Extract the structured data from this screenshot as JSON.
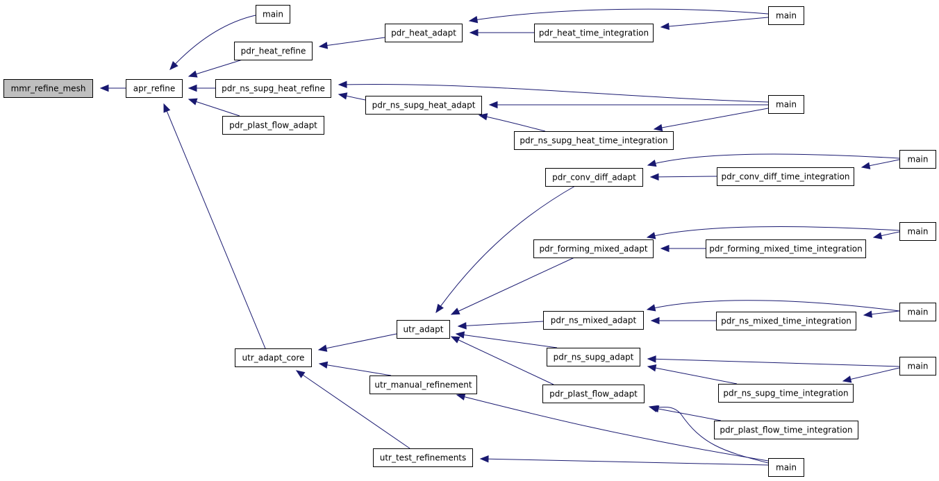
{
  "graph": {
    "colors": {
      "edge": "#191970",
      "root_fill": "#bfbfbf",
      "node_fill": "#ffffff",
      "border": "#000000"
    },
    "nodes": [
      {
        "id": "mmr_refine_mesh",
        "label": "mmr_refine_mesh",
        "root": true
      },
      {
        "id": "apr_refine",
        "label": "apr_refine"
      },
      {
        "id": "main_a",
        "label": "main"
      },
      {
        "id": "pdr_heat_refine",
        "label": "pdr_heat_refine"
      },
      {
        "id": "pdr_ns_supg_heat_refine",
        "label": "pdr_ns_supg_heat_refine"
      },
      {
        "id": "pdr_plast_flow_adapt_1",
        "label": "pdr_plast_flow_adapt"
      },
      {
        "id": "utr_adapt_core",
        "label": "utr_adapt_core"
      },
      {
        "id": "pdr_heat_adapt",
        "label": "pdr_heat_adapt"
      },
      {
        "id": "pdr_heat_time_integration",
        "label": "pdr_heat_time_integration"
      },
      {
        "id": "main_b",
        "label": "main"
      },
      {
        "id": "pdr_ns_supg_heat_adapt",
        "label": "pdr_ns_supg_heat_adapt"
      },
      {
        "id": "main_c",
        "label": "main"
      },
      {
        "id": "pdr_ns_supg_heat_time_integration",
        "label": "pdr_ns_supg_heat_time_integration"
      },
      {
        "id": "utr_adapt",
        "label": "utr_adapt"
      },
      {
        "id": "utr_manual_refinement",
        "label": "utr_manual_refinement"
      },
      {
        "id": "utr_test_refinements",
        "label": "utr_test_refinements"
      },
      {
        "id": "pdr_conv_diff_adapt",
        "label": "pdr_conv_diff_adapt"
      },
      {
        "id": "pdr_conv_diff_time_integration",
        "label": "pdr_conv_diff_time_integration"
      },
      {
        "id": "main_d",
        "label": "main"
      },
      {
        "id": "pdr_forming_mixed_adapt",
        "label": "pdr_forming_mixed_adapt"
      },
      {
        "id": "pdr_forming_mixed_time_integration",
        "label": "pdr_forming_mixed_time_integration"
      },
      {
        "id": "main_e",
        "label": "main"
      },
      {
        "id": "pdr_ns_mixed_adapt",
        "label": "pdr_ns_mixed_adapt"
      },
      {
        "id": "pdr_ns_mixed_time_integration",
        "label": "pdr_ns_mixed_time_integration"
      },
      {
        "id": "main_f",
        "label": "main"
      },
      {
        "id": "pdr_ns_supg_adapt",
        "label": "pdr_ns_supg_adapt"
      },
      {
        "id": "pdr_ns_supg_time_integration",
        "label": "pdr_ns_supg_time_integration"
      },
      {
        "id": "main_g",
        "label": "main"
      },
      {
        "id": "pdr_plast_flow_adapt_2",
        "label": "pdr_plast_flow_adapt"
      },
      {
        "id": "pdr_plast_flow_time_integration",
        "label": "pdr_plast_flow_time_integration"
      },
      {
        "id": "main_h",
        "label": "main"
      }
    ],
    "edges": [
      {
        "from": "apr_refine",
        "to": "mmr_refine_mesh"
      },
      {
        "from": "main_a",
        "to": "apr_refine"
      },
      {
        "from": "pdr_heat_refine",
        "to": "apr_refine"
      },
      {
        "from": "pdr_ns_supg_heat_refine",
        "to": "apr_refine"
      },
      {
        "from": "pdr_plast_flow_adapt_1",
        "to": "apr_refine"
      },
      {
        "from": "utr_adapt_core",
        "to": "apr_refine"
      },
      {
        "from": "pdr_heat_adapt",
        "to": "pdr_heat_refine"
      },
      {
        "from": "main_b",
        "to": "pdr_heat_adapt"
      },
      {
        "from": "pdr_heat_time_integration",
        "to": "pdr_heat_adapt"
      },
      {
        "from": "main_b",
        "to": "pdr_heat_time_integration"
      },
      {
        "from": "main_c",
        "to": "pdr_ns_supg_heat_refine"
      },
      {
        "from": "pdr_ns_supg_heat_adapt",
        "to": "pdr_ns_supg_heat_refine"
      },
      {
        "from": "main_c",
        "to": "pdr_ns_supg_heat_adapt"
      },
      {
        "from": "pdr_ns_supg_heat_time_integration",
        "to": "pdr_ns_supg_heat_adapt"
      },
      {
        "from": "main_c",
        "to": "pdr_ns_supg_heat_time_integration"
      },
      {
        "from": "utr_adapt",
        "to": "utr_adapt_core"
      },
      {
        "from": "utr_manual_refinement",
        "to": "utr_adapt_core"
      },
      {
        "from": "utr_test_refinements",
        "to": "utr_adapt_core"
      },
      {
        "from": "pdr_conv_diff_adapt",
        "to": "utr_adapt"
      },
      {
        "from": "pdr_forming_mixed_adapt",
        "to": "utr_adapt"
      },
      {
        "from": "pdr_ns_mixed_adapt",
        "to": "utr_adapt"
      },
      {
        "from": "pdr_ns_supg_adapt",
        "to": "utr_adapt"
      },
      {
        "from": "pdr_plast_flow_adapt_2",
        "to": "utr_adapt"
      },
      {
        "from": "main_d",
        "to": "pdr_conv_diff_adapt"
      },
      {
        "from": "pdr_conv_diff_time_integration",
        "to": "pdr_conv_diff_adapt"
      },
      {
        "from": "main_d",
        "to": "pdr_conv_diff_time_integration"
      },
      {
        "from": "main_e",
        "to": "pdr_forming_mixed_adapt"
      },
      {
        "from": "pdr_forming_mixed_time_integration",
        "to": "pdr_forming_mixed_adapt"
      },
      {
        "from": "main_e",
        "to": "pdr_forming_mixed_time_integration"
      },
      {
        "from": "main_f",
        "to": "pdr_ns_mixed_adapt"
      },
      {
        "from": "pdr_ns_mixed_time_integration",
        "to": "pdr_ns_mixed_adapt"
      },
      {
        "from": "main_f",
        "to": "pdr_ns_mixed_time_integration"
      },
      {
        "from": "main_g",
        "to": "pdr_ns_supg_adapt"
      },
      {
        "from": "pdr_ns_supg_time_integration",
        "to": "pdr_ns_supg_adapt"
      },
      {
        "from": "main_g",
        "to": "pdr_ns_supg_time_integration"
      },
      {
        "from": "main_h",
        "to": "pdr_plast_flow_adapt_2"
      },
      {
        "from": "pdr_plast_flow_time_integration",
        "to": "pdr_plast_flow_adapt_2"
      },
      {
        "from": "main_h",
        "to": "utr_manual_refinement"
      },
      {
        "from": "main_h",
        "to": "utr_test_refinements"
      }
    ]
  }
}
